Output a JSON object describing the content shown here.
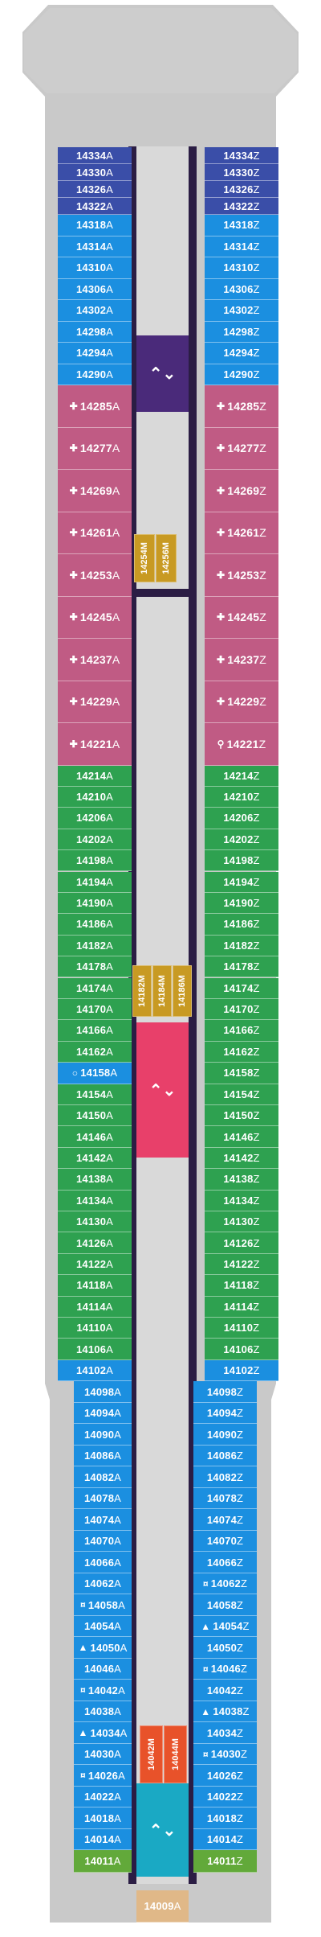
{
  "deck": {
    "colors": {
      "hull": "#c9c9c9",
      "corridor": "#2b1d44",
      "core": "#d9d9d9",
      "forward_cabins": "#3a4ea8",
      "inside_cabins": "#1b8fe0",
      "suites": "#c05b84",
      "verandah": "#2ea150",
      "aft_cabins": "#62a93a",
      "aft_suite": "#e0b888",
      "elevator_purple": "#4a2a7a",
      "elevator_red": "#e8406a",
      "elevator_teal": "#1aa9c4",
      "mid_gold": "#c89a23",
      "mid_orange": "#e8522a"
    },
    "left_cabins": [
      {
        "num": "14334",
        "suffix": "A",
        "color": "blue-dark",
        "icon": ""
      },
      {
        "num": "14330",
        "suffix": "A",
        "color": "blue-dark",
        "icon": ""
      },
      {
        "num": "14326",
        "suffix": "A",
        "color": "blue-dark",
        "icon": ""
      },
      {
        "num": "14322",
        "suffix": "A",
        "color": "blue-dark",
        "icon": ""
      },
      {
        "num": "14318",
        "suffix": "A",
        "color": "blue",
        "icon": ""
      },
      {
        "num": "14314",
        "suffix": "A",
        "color": "blue",
        "icon": ""
      },
      {
        "num": "14310",
        "suffix": "A",
        "color": "blue",
        "icon": ""
      },
      {
        "num": "14306",
        "suffix": "A",
        "color": "blue",
        "icon": ""
      },
      {
        "num": "14302",
        "suffix": "A",
        "color": "blue",
        "icon": ""
      },
      {
        "num": "14298",
        "suffix": "A",
        "color": "blue",
        "icon": ""
      },
      {
        "num": "14294",
        "suffix": "A",
        "color": "blue",
        "icon": ""
      },
      {
        "num": "14290",
        "suffix": "A",
        "color": "blue",
        "icon": ""
      },
      {
        "num": "14285",
        "suffix": "A",
        "color": "pink",
        "icon": "✚"
      },
      {
        "num": "14277",
        "suffix": "A",
        "color": "pink",
        "icon": "✚"
      },
      {
        "num": "14269",
        "suffix": "A",
        "color": "pink",
        "icon": "✚"
      },
      {
        "num": "14261",
        "suffix": "A",
        "color": "pink",
        "icon": "✚"
      },
      {
        "num": "14253",
        "suffix": "A",
        "color": "pink",
        "icon": "✚"
      },
      {
        "num": "14245",
        "suffix": "A",
        "color": "pink",
        "icon": "✚"
      },
      {
        "num": "14237",
        "suffix": "A",
        "color": "pink",
        "icon": "✚"
      },
      {
        "num": "14229",
        "suffix": "A",
        "color": "pink",
        "icon": "✚"
      },
      {
        "num": "14221",
        "suffix": "A",
        "color": "pink",
        "icon": "✚"
      },
      {
        "num": "14214",
        "suffix": "A",
        "color": "green",
        "icon": ""
      },
      {
        "num": "14210",
        "suffix": "A",
        "color": "green",
        "icon": ""
      },
      {
        "num": "14206",
        "suffix": "A",
        "color": "green",
        "icon": ""
      },
      {
        "num": "14202",
        "suffix": "A",
        "color": "green",
        "icon": ""
      },
      {
        "num": "14198",
        "suffix": "A",
        "color": "green",
        "icon": ""
      },
      {
        "num": "14194",
        "suffix": "A",
        "color": "green",
        "icon": ""
      },
      {
        "num": "14190",
        "suffix": "A",
        "color": "green",
        "icon": ""
      },
      {
        "num": "14186",
        "suffix": "A",
        "color": "green",
        "icon": ""
      },
      {
        "num": "14182",
        "suffix": "A",
        "color": "green",
        "icon": ""
      },
      {
        "num": "14178",
        "suffix": "A",
        "color": "green",
        "icon": ""
      },
      {
        "num": "14174",
        "suffix": "A",
        "color": "green",
        "icon": ""
      },
      {
        "num": "14170",
        "suffix": "A",
        "color": "green",
        "icon": ""
      },
      {
        "num": "14166",
        "suffix": "A",
        "color": "green",
        "icon": ""
      },
      {
        "num": "14162",
        "suffix": "A",
        "color": "green",
        "icon": ""
      },
      {
        "num": "14158",
        "suffix": "A",
        "color": "blue",
        "icon": "○"
      },
      {
        "num": "14154",
        "suffix": "A",
        "color": "green",
        "icon": ""
      },
      {
        "num": "14150",
        "suffix": "A",
        "color": "green",
        "icon": ""
      },
      {
        "num": "14146",
        "suffix": "A",
        "color": "green",
        "icon": ""
      },
      {
        "num": "14142",
        "suffix": "A",
        "color": "green",
        "icon": ""
      },
      {
        "num": "14138",
        "suffix": "A",
        "color": "green",
        "icon": ""
      },
      {
        "num": "14134",
        "suffix": "A",
        "color": "green",
        "icon": ""
      },
      {
        "num": "14130",
        "suffix": "A",
        "color": "green",
        "icon": ""
      },
      {
        "num": "14126",
        "suffix": "A",
        "color": "green",
        "icon": ""
      },
      {
        "num": "14122",
        "suffix": "A",
        "color": "green",
        "icon": ""
      },
      {
        "num": "14118",
        "suffix": "A",
        "color": "green",
        "icon": ""
      },
      {
        "num": "14114",
        "suffix": "A",
        "color": "green",
        "icon": ""
      },
      {
        "num": "14110",
        "suffix": "A",
        "color": "green",
        "icon": ""
      },
      {
        "num": "14106",
        "suffix": "A",
        "color": "green",
        "icon": ""
      },
      {
        "num": "14102",
        "suffix": "A",
        "color": "blue",
        "icon": ""
      },
      {
        "num": "14098",
        "suffix": "A",
        "color": "blue",
        "icon": ""
      },
      {
        "num": "14094",
        "suffix": "A",
        "color": "blue",
        "icon": ""
      },
      {
        "num": "14090",
        "suffix": "A",
        "color": "blue",
        "icon": ""
      },
      {
        "num": "14086",
        "suffix": "A",
        "color": "blue",
        "icon": ""
      },
      {
        "num": "14082",
        "suffix": "A",
        "color": "blue",
        "icon": ""
      },
      {
        "num": "14078",
        "suffix": "A",
        "color": "blue",
        "icon": ""
      },
      {
        "num": "14074",
        "suffix": "A",
        "color": "blue",
        "icon": ""
      },
      {
        "num": "14070",
        "suffix": "A",
        "color": "blue",
        "icon": ""
      },
      {
        "num": "14066",
        "suffix": "A",
        "color": "blue",
        "icon": ""
      },
      {
        "num": "14062",
        "suffix": "A",
        "color": "blue",
        "icon": ""
      },
      {
        "num": "14058",
        "suffix": "A",
        "color": "blue",
        "icon": "¤"
      },
      {
        "num": "14054",
        "suffix": "A",
        "color": "blue",
        "icon": ""
      },
      {
        "num": "14050",
        "suffix": "A",
        "color": "blue",
        "icon": "▲"
      },
      {
        "num": "14046",
        "suffix": "A",
        "color": "blue",
        "icon": ""
      },
      {
        "num": "14042",
        "suffix": "A",
        "color": "blue",
        "icon": "¤"
      },
      {
        "num": "14038",
        "suffix": "A",
        "color": "blue",
        "icon": ""
      },
      {
        "num": "14034",
        "suffix": "A",
        "color": "blue",
        "icon": "▲"
      },
      {
        "num": "14030",
        "suffix": "A",
        "color": "blue",
        "icon": ""
      },
      {
        "num": "14026",
        "suffix": "A",
        "color": "blue",
        "icon": "¤"
      },
      {
        "num": "14022",
        "suffix": "A",
        "color": "blue",
        "icon": ""
      },
      {
        "num": "14018",
        "suffix": "A",
        "color": "blue",
        "icon": ""
      },
      {
        "num": "14014",
        "suffix": "A",
        "color": "blue",
        "icon": ""
      },
      {
        "num": "14011",
        "suffix": "A",
        "color": "teal-green",
        "icon": ""
      }
    ],
    "right_cabins": [
      {
        "num": "14334",
        "suffix": "Z",
        "color": "blue-dark",
        "icon": ""
      },
      {
        "num": "14330",
        "suffix": "Z",
        "color": "blue-dark",
        "icon": ""
      },
      {
        "num": "14326",
        "suffix": "Z",
        "color": "blue-dark",
        "icon": ""
      },
      {
        "num": "14322",
        "suffix": "Z",
        "color": "blue-dark",
        "icon": ""
      },
      {
        "num": "14318",
        "suffix": "Z",
        "color": "blue",
        "icon": ""
      },
      {
        "num": "14314",
        "suffix": "Z",
        "color": "blue",
        "icon": ""
      },
      {
        "num": "14310",
        "suffix": "Z",
        "color": "blue",
        "icon": ""
      },
      {
        "num": "14306",
        "suffix": "Z",
        "color": "blue",
        "icon": ""
      },
      {
        "num": "14302",
        "suffix": "Z",
        "color": "blue",
        "icon": ""
      },
      {
        "num": "14298",
        "suffix": "Z",
        "color": "blue",
        "icon": ""
      },
      {
        "num": "14294",
        "suffix": "Z",
        "color": "blue",
        "icon": ""
      },
      {
        "num": "14290",
        "suffix": "Z",
        "color": "blue",
        "icon": ""
      },
      {
        "num": "14285",
        "suffix": "Z",
        "color": "pink",
        "icon": "✚"
      },
      {
        "num": "14277",
        "suffix": "Z",
        "color": "pink",
        "icon": "✚"
      },
      {
        "num": "14269",
        "suffix": "Z",
        "color": "pink",
        "icon": "✚"
      },
      {
        "num": "14261",
        "suffix": "Z",
        "color": "pink",
        "icon": "✚"
      },
      {
        "num": "14253",
        "suffix": "Z",
        "color": "pink",
        "icon": "✚"
      },
      {
        "num": "14245",
        "suffix": "Z",
        "color": "pink",
        "icon": "✚"
      },
      {
        "num": "14237",
        "suffix": "Z",
        "color": "pink",
        "icon": "✚"
      },
      {
        "num": "14229",
        "suffix": "Z",
        "color": "pink",
        "icon": "✚"
      },
      {
        "num": "14221",
        "suffix": "Z",
        "color": "pink",
        "icon": "⚲"
      },
      {
        "num": "14214",
        "suffix": "Z",
        "color": "green",
        "icon": ""
      },
      {
        "num": "14210",
        "suffix": "Z",
        "color": "green",
        "icon": ""
      },
      {
        "num": "14206",
        "suffix": "Z",
        "color": "green",
        "icon": ""
      },
      {
        "num": "14202",
        "suffix": "Z",
        "color": "green",
        "icon": ""
      },
      {
        "num": "14198",
        "suffix": "Z",
        "color": "green",
        "icon": ""
      },
      {
        "num": "14194",
        "suffix": "Z",
        "color": "green",
        "icon": ""
      },
      {
        "num": "14190",
        "suffix": "Z",
        "color": "green",
        "icon": ""
      },
      {
        "num": "14186",
        "suffix": "Z",
        "color": "green",
        "icon": ""
      },
      {
        "num": "14182",
        "suffix": "Z",
        "color": "green",
        "icon": ""
      },
      {
        "num": "14178",
        "suffix": "Z",
        "color": "green",
        "icon": ""
      },
      {
        "num": "14174",
        "suffix": "Z",
        "color": "green",
        "icon": ""
      },
      {
        "num": "14170",
        "suffix": "Z",
        "color": "green",
        "icon": ""
      },
      {
        "num": "14166",
        "suffix": "Z",
        "color": "green",
        "icon": ""
      },
      {
        "num": "14162",
        "suffix": "Z",
        "color": "green",
        "icon": ""
      },
      {
        "num": "14158",
        "suffix": "Z",
        "color": "green",
        "icon": ""
      },
      {
        "num": "14154",
        "suffix": "Z",
        "color": "green",
        "icon": ""
      },
      {
        "num": "14150",
        "suffix": "Z",
        "color": "green",
        "icon": ""
      },
      {
        "num": "14146",
        "suffix": "Z",
        "color": "green",
        "icon": ""
      },
      {
        "num": "14142",
        "suffix": "Z",
        "color": "green",
        "icon": ""
      },
      {
        "num": "14138",
        "suffix": "Z",
        "color": "green",
        "icon": ""
      },
      {
        "num": "14134",
        "suffix": "Z",
        "color": "green",
        "icon": ""
      },
      {
        "num": "14130",
        "suffix": "Z",
        "color": "green",
        "icon": ""
      },
      {
        "num": "14126",
        "suffix": "Z",
        "color": "green",
        "icon": ""
      },
      {
        "num": "14122",
        "suffix": "Z",
        "color": "green",
        "icon": ""
      },
      {
        "num": "14118",
        "suffix": "Z",
        "color": "green",
        "icon": ""
      },
      {
        "num": "14114",
        "suffix": "Z",
        "color": "green",
        "icon": ""
      },
      {
        "num": "14110",
        "suffix": "Z",
        "color": "green",
        "icon": ""
      },
      {
        "num": "14106",
        "suffix": "Z",
        "color": "green",
        "icon": ""
      },
      {
        "num": "14102",
        "suffix": "Z",
        "color": "blue",
        "icon": ""
      },
      {
        "num": "14098",
        "suffix": "Z",
        "color": "blue",
        "icon": ""
      },
      {
        "num": "14094",
        "suffix": "Z",
        "color": "blue",
        "icon": ""
      },
      {
        "num": "14090",
        "suffix": "Z",
        "color": "blue",
        "icon": ""
      },
      {
        "num": "14086",
        "suffix": "Z",
        "color": "blue",
        "icon": ""
      },
      {
        "num": "14082",
        "suffix": "Z",
        "color": "blue",
        "icon": ""
      },
      {
        "num": "14078",
        "suffix": "Z",
        "color": "blue",
        "icon": ""
      },
      {
        "num": "14074",
        "suffix": "Z",
        "color": "blue",
        "icon": ""
      },
      {
        "num": "14070",
        "suffix": "Z",
        "color": "blue",
        "icon": ""
      },
      {
        "num": "14066",
        "suffix": "Z",
        "color": "blue",
        "icon": ""
      },
      {
        "num": "14062",
        "suffix": "Z",
        "color": "blue",
        "icon": "¤"
      },
      {
        "num": "14058",
        "suffix": "Z",
        "color": "blue",
        "icon": ""
      },
      {
        "num": "14054",
        "suffix": "Z",
        "color": "blue",
        "icon": "▲"
      },
      {
        "num": "14050",
        "suffix": "Z",
        "color": "blue",
        "icon": ""
      },
      {
        "num": "14046",
        "suffix": "Z",
        "color": "blue",
        "icon": "¤"
      },
      {
        "num": "14042",
        "suffix": "Z",
        "color": "blue",
        "icon": ""
      },
      {
        "num": "14038",
        "suffix": "Z",
        "color": "blue",
        "icon": "▲"
      },
      {
        "num": "14034",
        "suffix": "Z",
        "color": "blue",
        "icon": ""
      },
      {
        "num": "14030",
        "suffix": "Z",
        "color": "blue",
        "icon": "¤"
      },
      {
        "num": "14026",
        "suffix": "Z",
        "color": "blue",
        "icon": ""
      },
      {
        "num": "14022",
        "suffix": "Z",
        "color": "blue",
        "icon": ""
      },
      {
        "num": "14018",
        "suffix": "Z",
        "color": "blue",
        "icon": ""
      },
      {
        "num": "14014",
        "suffix": "Z",
        "color": "blue",
        "icon": ""
      },
      {
        "num": "14011",
        "suffix": "Z",
        "color": "teal-green",
        "icon": ""
      }
    ],
    "mid_cabins": [
      {
        "num": "14254",
        "suffix": "M",
        "color": "#c89a23"
      },
      {
        "num": "14256",
        "suffix": "M",
        "color": "#c89a23"
      },
      {
        "num": "14182",
        "suffix": "M",
        "color": "#c89a23"
      },
      {
        "num": "14184",
        "suffix": "M",
        "color": "#c89a23"
      },
      {
        "num": "14186",
        "suffix": "M",
        "color": "#c89a23"
      },
      {
        "num": "14042",
        "suffix": "M",
        "color": "#e8522a"
      },
      {
        "num": "14044",
        "suffix": "M",
        "color": "#e8522a"
      }
    ],
    "aft_suite": {
      "num": "14009",
      "suffix": "A"
    },
    "stairs": [
      {
        "name": "forward-stairs",
        "color": "#4a2a7a"
      },
      {
        "name": "midship-stairs",
        "color": "#e8406a"
      },
      {
        "name": "aft-stairs",
        "color": "#1aa9c4"
      }
    ]
  }
}
